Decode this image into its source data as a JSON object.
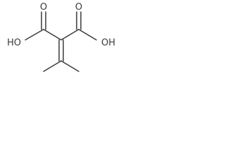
{
  "structure": {
    "labels": {
      "left_hydroxyl": "HO",
      "left_carbonyl_oxygen": "O",
      "right_carbonyl_oxygen": "O",
      "right_hydroxyl": "OH"
    }
  }
}
